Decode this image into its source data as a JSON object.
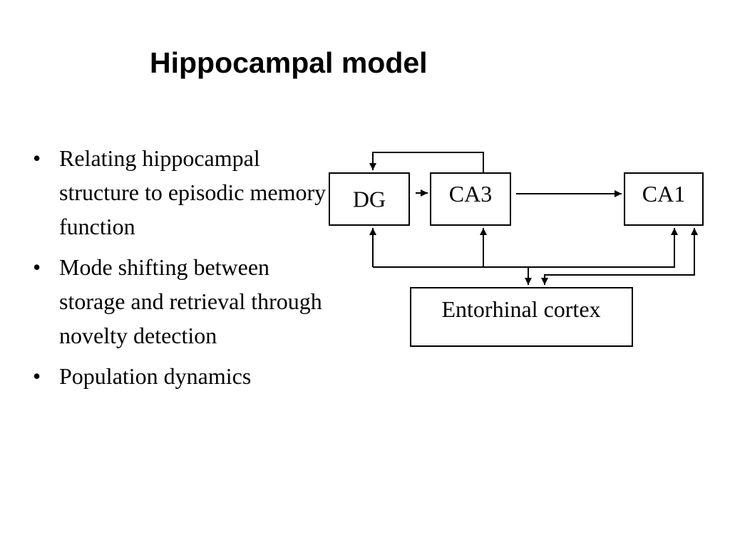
{
  "slide": {
    "title": "Hippocampal model",
    "bullet_symbol": "•",
    "bullets": [
      "Relating hippocampal structure to episodic memory function",
      "Mode shifting between storage and retrieval through novelty detection",
      "Population dynamics"
    ]
  },
  "diagram": {
    "nodes": {
      "dg": "DG",
      "ca3": "CA3",
      "ca1": "CA1",
      "ec": "Entorhinal cortex"
    },
    "edges": [
      {
        "from": "CA3",
        "to": "DG"
      },
      {
        "from": "DG",
        "to": "CA3"
      },
      {
        "from": "CA3",
        "to": "CA1"
      },
      {
        "from": "Entorhinal cortex",
        "to": "DG"
      },
      {
        "from": "Entorhinal cortex",
        "to": "CA3"
      },
      {
        "from": "Entorhinal cortex",
        "to": "CA1"
      },
      {
        "from": "CA1",
        "to": "Entorhinal cortex"
      }
    ]
  }
}
